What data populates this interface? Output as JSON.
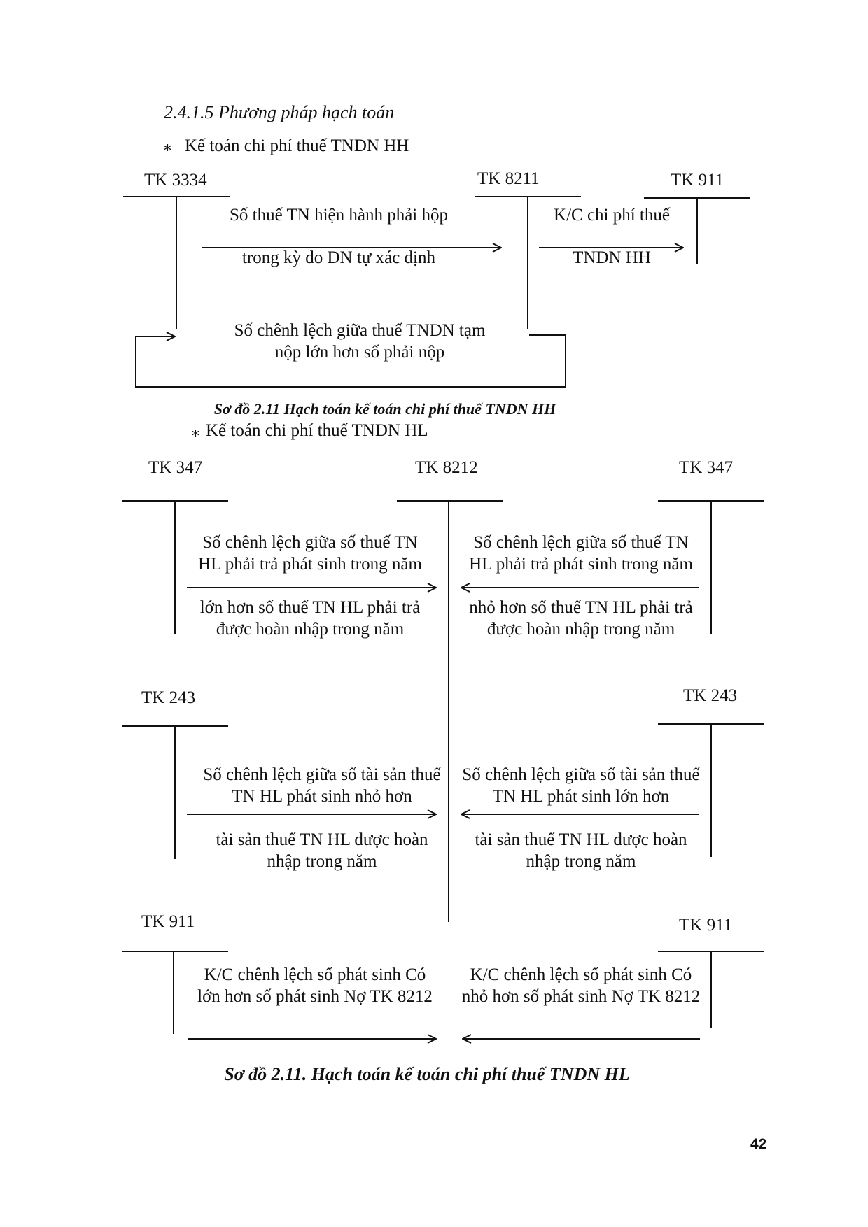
{
  "section": {
    "heading": "2.4.1.5  Phương pháp hạch toán"
  },
  "bullet_hh": {
    "star": "∗",
    "text": "Kế toán chi phí thuế TNDN HH"
  },
  "diagram_hh": {
    "accounts": {
      "tk3334": "TK 3334",
      "tk8211": "TK 8211",
      "tk911": "TK 911"
    },
    "flows": {
      "f1_line1": "Số thuế TN hiện hành phải hộp",
      "f1_line2": "trong kỳ do DN tự xác định",
      "f2_line1": "K/C chi phí thuế",
      "f2_line2": "TNDN HH",
      "f3_line1": "Số chênh lệch giữa thuế TNDN tạm",
      "f3_line2": "nộp lớn hơn số phải nộp"
    },
    "caption": "Sơ đồ 2.11 Hạch toán kế toán chi phí thuế TNDN HH"
  },
  "bullet_hl": {
    "star": "∗",
    "text": "Kế toán chi phí thuế TNDN HL"
  },
  "diagram_hl": {
    "accounts": {
      "tk347_left": "TK 347",
      "tk8212": "TK 8212",
      "tk347_right": "TK 347",
      "tk243_left": "TK 243",
      "tk243_right": "TK 243",
      "tk911_left": "TK 911",
      "tk911_right": "TK 911"
    },
    "flows": {
      "a_l1": "Số chênh lệch giữa số thuế TN",
      "a_l2": "HL phải trả phát sinh trong năm",
      "a_l3": "lớn hơn số thuế TN HL phải trả",
      "a_l4": "được hoàn nhập trong năm",
      "b_l1": "Số chênh lệch giữa số thuế TN",
      "b_l2": "HL phải trả phát sinh trong năm",
      "b_l3": "nhỏ hơn số thuế TN HL phải trả",
      "b_l4": "được hoàn nhập trong năm",
      "c_l1": "Số chênh lệch giữa số tài sản thuế",
      "c_l2": "TN HL phát sinh nhỏ hơn",
      "c_l3": "tài sản thuế TN HL được hoàn",
      "c_l4": "nhập trong năm",
      "d_l1": "Số chênh lệch giữa số tài sản thuế",
      "d_l2": "TN HL phát sinh lớn hơn",
      "d_l3": "tài sản thuế TN HL được hoàn",
      "d_l4": "nhập trong năm",
      "e_l1": "K/C chênh lệch số phát sinh Có",
      "e_l2": "lớn hơn số phát sinh Nợ TK 8212",
      "f_l1": "K/C chênh lệch số phát sinh Có",
      "f_l2": "nhỏ hơn số phát sinh Nợ TK 8212"
    },
    "caption": "Sơ đồ 2.11. Hạch toán kế toán chi phí thuế TNDN HL"
  },
  "page_number": "42"
}
